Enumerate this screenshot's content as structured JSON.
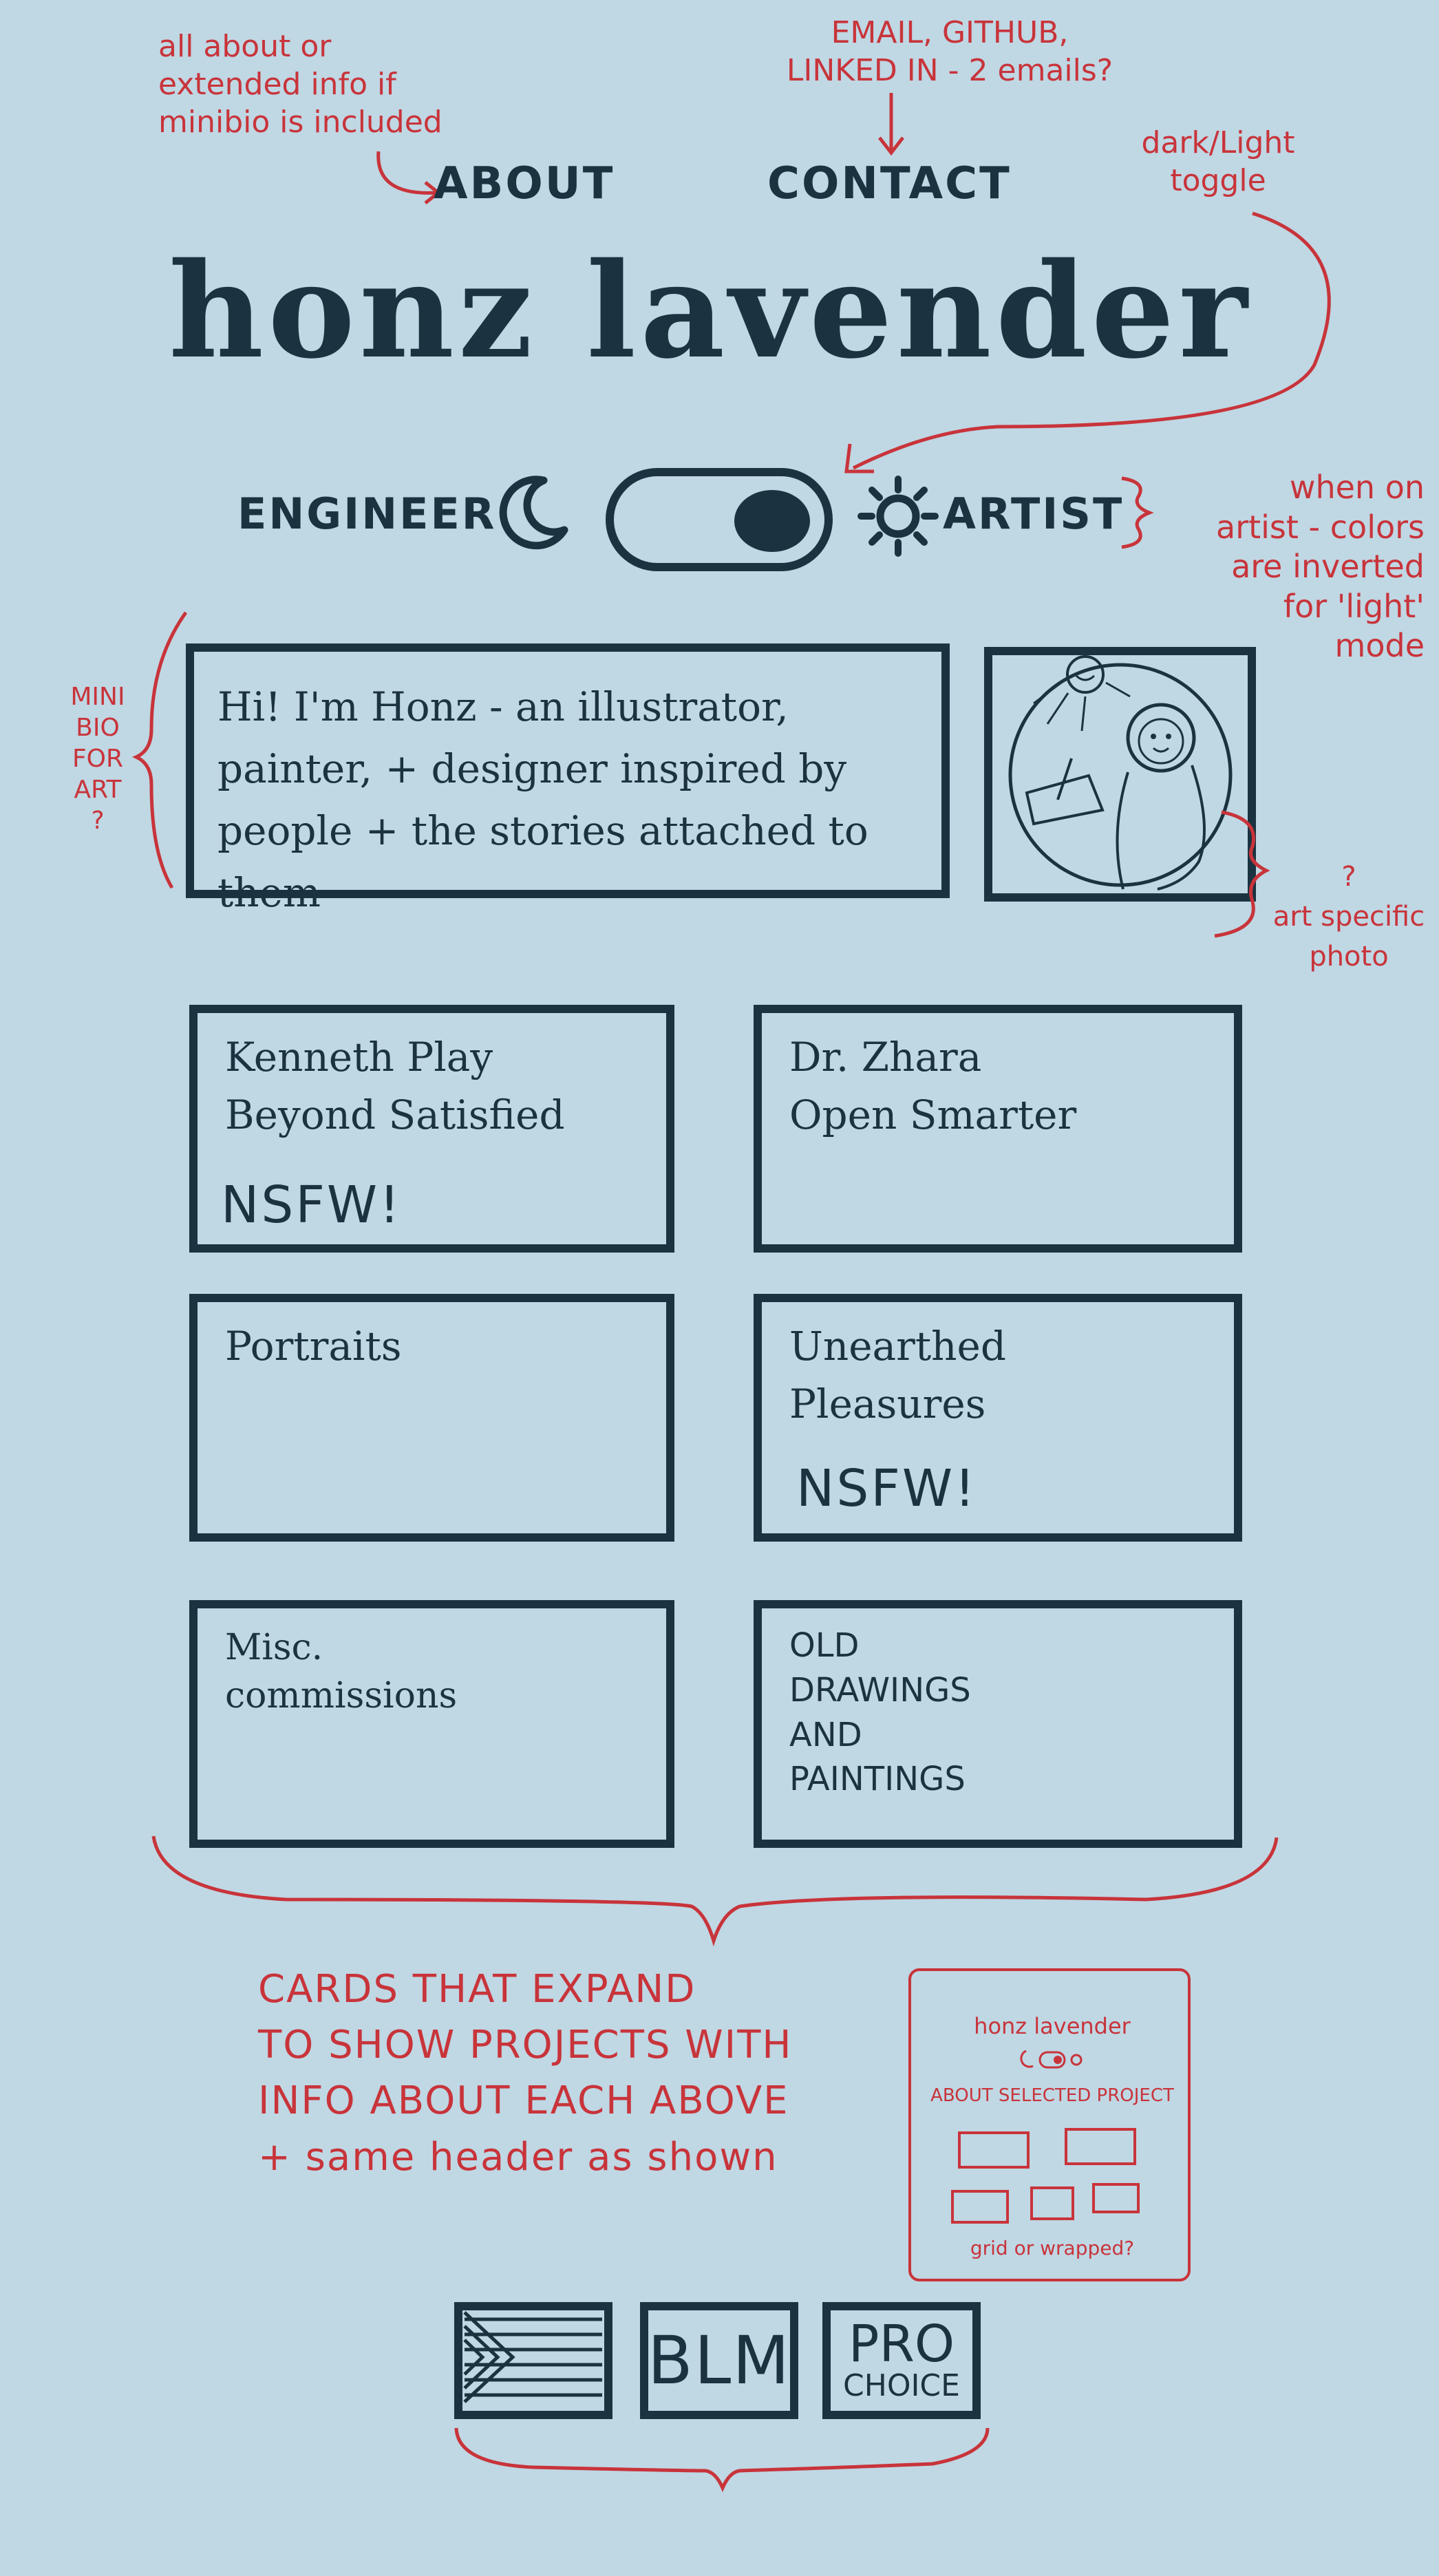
{
  "nav": {
    "about": "ABOUT",
    "contact": "CONTACT"
  },
  "site_title": "honz lavender",
  "mode_toggle": {
    "left_label": "ENGINEER",
    "right_label": "ARTIST",
    "left_icon": "moon-icon",
    "right_icon": "sun-icon",
    "state": "artist"
  },
  "bio": {
    "text": "Hi! I'm Honz - an illustrator, painter, + designer inspired by people + the stories attached to them"
  },
  "cards": [
    {
      "title": "Kenneth Play\nBeyond Satisfied",
      "badge": "NSFW!"
    },
    {
      "title": "Dr. Zhara\nOpen Smarter",
      "badge": ""
    },
    {
      "title": "Portraits",
      "badge": ""
    },
    {
      "title": "Unearthed Pleasures",
      "badge": "NSFW!"
    },
    {
      "title": "Misc.\ncommissions",
      "badge": ""
    },
    {
      "title": "OLD\nDRAWINGS\nAND\nPAINTINGS",
      "badge": ""
    }
  ],
  "footer_badges": {
    "flag_icon": "pride-flag-icon",
    "blm": "BLM",
    "pro": "PRO",
    "choice": "CHOICE"
  },
  "annotations": {
    "about_note": "all about or\nextended info if\nminibio is included",
    "contact_note": "EMAIL, GITHUB,\nLINKED IN - 2 emails?",
    "toggle_note": "dark/Light\ntoggle",
    "artist_note": "when on\nartist - colors\nare inverted\nfor 'light'\nmode",
    "minibio_note": "MINI\nBIO\nFOR\nART\n?",
    "photo_note": "?\nart specific\nphoto",
    "cards_note": "CARDS THAT EXPAND\nTO SHOW PROJECTS WITH\nINFO ABOUT EACH ABOVE\n+ same header as shown",
    "mini_title": "honz lavender",
    "mini_about": "ABOUT SELECTED PROJECT",
    "mini_grid": "grid or wrapped?"
  },
  "colors": {
    "background": "#c0d7e4",
    "ink": "#1b3340",
    "annotation": "#c8343a"
  }
}
